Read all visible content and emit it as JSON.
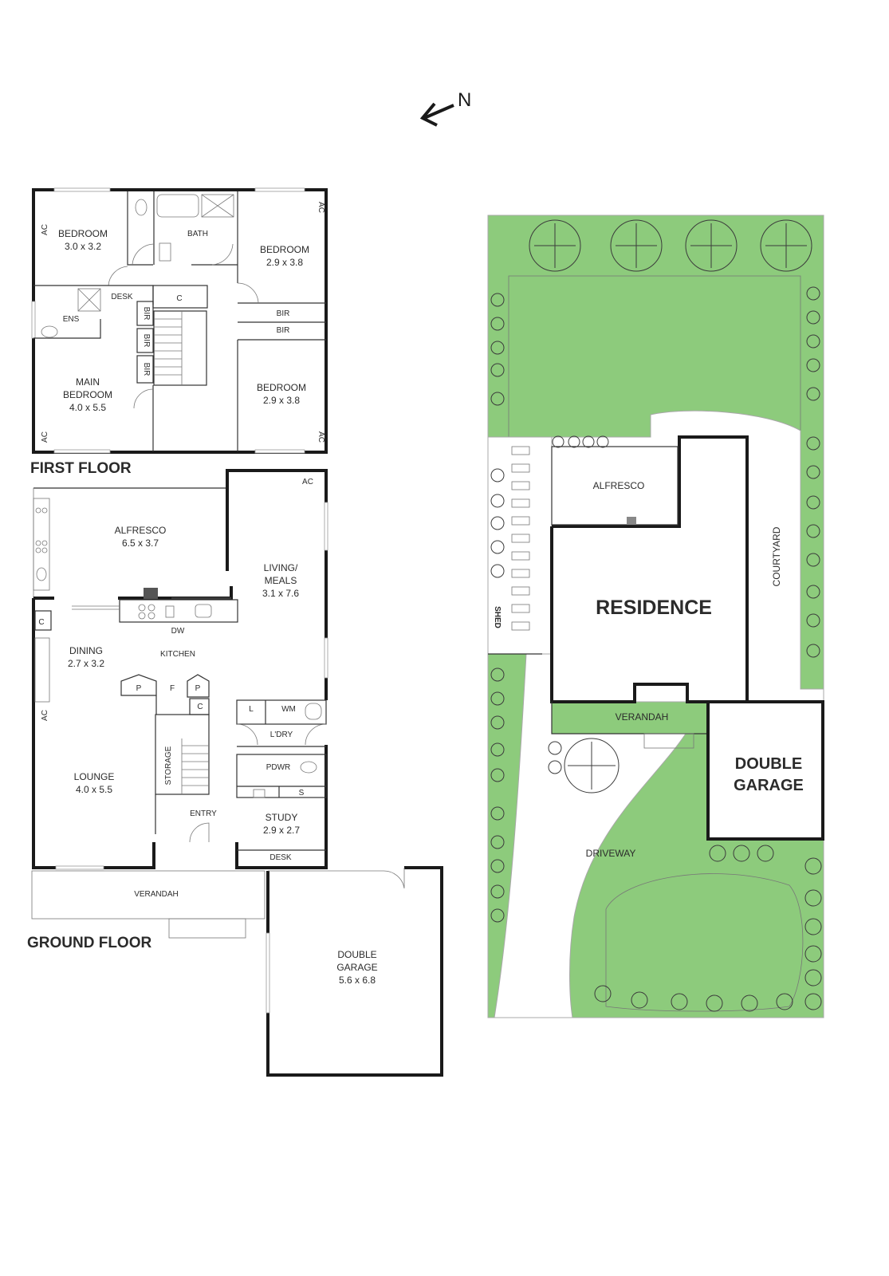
{
  "compass": {
    "label": "N"
  },
  "first_floor": {
    "title": "FIRST FLOOR",
    "rooms": {
      "bedroom_nw": {
        "name": "BEDROOM",
        "size": "3.0 x 3.2"
      },
      "bath": {
        "name": "BATH"
      },
      "bedroom_ne": {
        "name": "BEDROOM",
        "size": "2.9 x 3.8"
      },
      "desk": {
        "name": "DESK"
      },
      "cupboard": {
        "name": "C"
      },
      "ens": {
        "name": "ENS"
      },
      "bir_1": {
        "name": "BIR"
      },
      "bir_2": {
        "name": "BIR"
      },
      "bir_3": {
        "name": "BIR"
      },
      "bir_4": {
        "name": "BIR"
      },
      "bir_5": {
        "name": "BIR"
      },
      "main_bedroom_l1": {
        "name": "MAIN"
      },
      "main_bedroom_l2": {
        "name": "BEDROOM"
      },
      "main_bedroom_size": "4.0 x 5.5",
      "bedroom_se": {
        "name": "BEDROOM",
        "size": "2.9 x 3.8"
      }
    },
    "ac_labels": [
      "AC",
      "AC",
      "AC",
      "AC"
    ]
  },
  "ground_floor": {
    "title": "GROUND FLOOR",
    "rooms": {
      "alfresco": {
        "name": "ALFRESCO",
        "size": "6.5 x 3.7"
      },
      "living": {
        "name_l1": "LIVING/",
        "name_l2": "MEALS",
        "size": "3.1 x 7.6"
      },
      "dw": "DW",
      "dining": {
        "name": "DINING",
        "size": "2.7 x 3.2"
      },
      "kitchen": "KITCHEN",
      "pantry_1": "P",
      "fridge": "F",
      "pantry_2": "P",
      "cupboard_1": "C",
      "cupboard_2": "C",
      "laundry_l": "L",
      "wm": "WM",
      "ldry": "L'DRY",
      "pdwr": "PDWR",
      "shower": "S",
      "storage": "STORAGE",
      "lounge": {
        "name": "LOUNGE",
        "size": "4.0 x 5.5"
      },
      "entry": "ENTRY",
      "study": {
        "name": "STUDY",
        "size": "2.9 x 2.7"
      },
      "desk": "DESK",
      "verandah": "VERANDAH",
      "garage": {
        "name_l1": "DOUBLE",
        "name_l2": "GARAGE",
        "size": "5.6 x 6.8"
      }
    },
    "ac_labels": [
      "AC",
      "AC"
    ]
  },
  "site_plan": {
    "alfresco": "ALFRESCO",
    "residence": "RESIDENCE",
    "courtyard": "COURTYARD",
    "shed": "SHED",
    "verandah": "VERANDAH",
    "garage_l1": "DOUBLE",
    "garage_l2": "GARAGE",
    "driveway": "DRIVEWAY"
  },
  "colors": {
    "grass": "#8dcb7c",
    "wall": "#1a1a1a",
    "background": "#ffffff"
  }
}
